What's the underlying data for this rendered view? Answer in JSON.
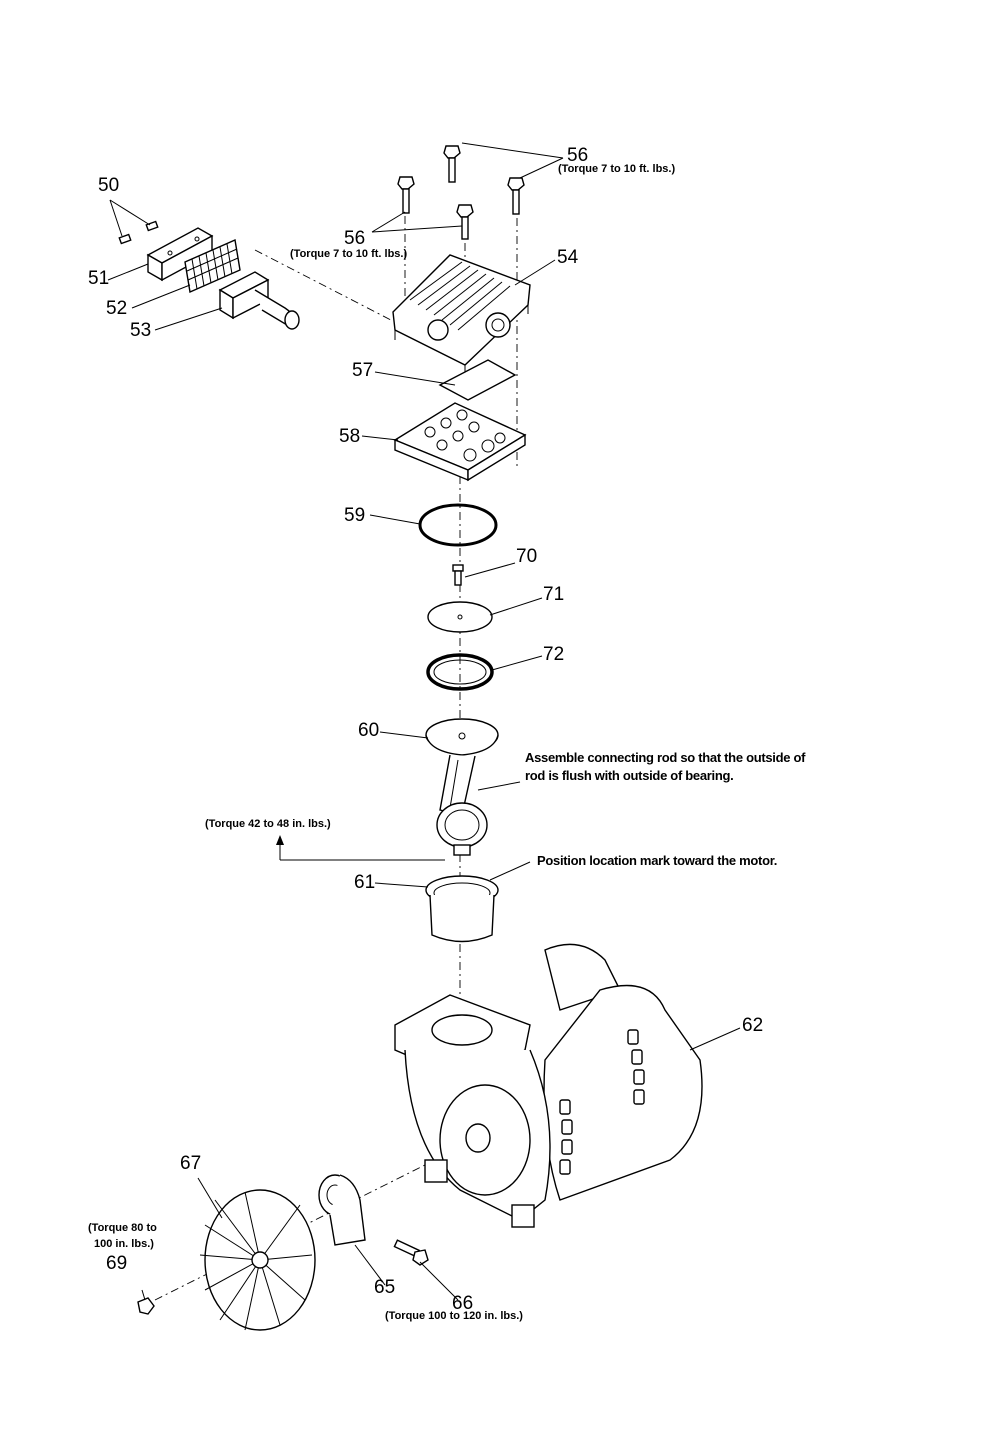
{
  "callouts": {
    "c50": "50",
    "c51": "51",
    "c52": "52",
    "c53": "53",
    "c54": "54",
    "c56a": "56",
    "c56b": "56",
    "c57": "57",
    "c58": "58",
    "c59": "59",
    "c60": "60",
    "c61": "61",
    "c62": "62",
    "c65": "65",
    "c66": "66",
    "c67": "67",
    "c69": "69",
    "c70": "70",
    "c71": "71",
    "c72": "72"
  },
  "notes": {
    "torque_56_top": "(Torque 7 to 10 ft. lbs.)",
    "torque_56_left": "(Torque 7 to 10 ft. lbs.)",
    "torque_42_48": "(Torque 42 to 48 in. lbs.)",
    "torque_80_line1": "(Torque 80 to",
    "torque_80_line2": "100 in. lbs.)",
    "torque_100_120": "(Torque 100 to 120 in. lbs.)",
    "rod_instruction_line1": "Assemble connecting rod so that the outside of",
    "rod_instruction_line2": "rod is flush with outside of bearing.",
    "position_instruction": "Position location mark toward the motor."
  }
}
